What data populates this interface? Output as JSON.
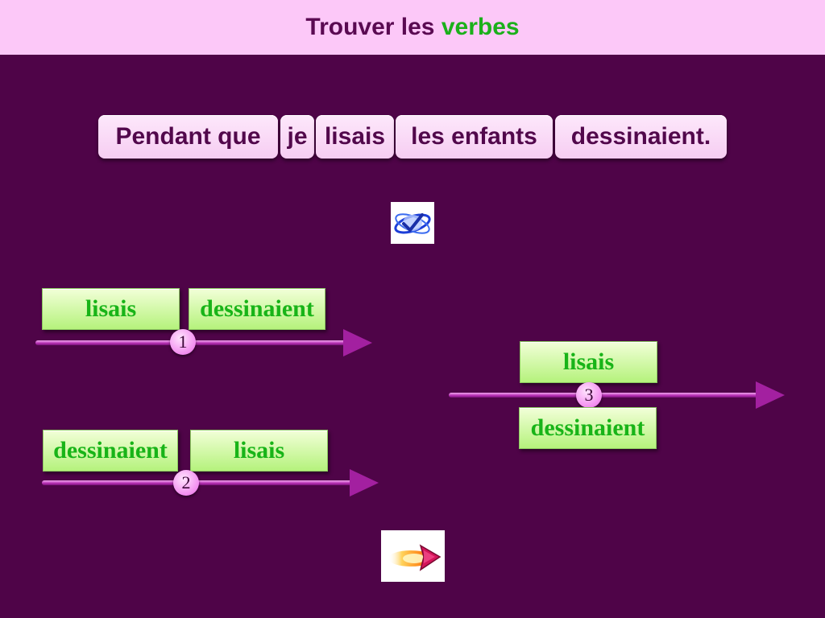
{
  "header": {
    "title_prefix": "Trouver les ",
    "title_accent": "verbes"
  },
  "sentence": {
    "words": [
      "Pendant que",
      "je",
      "lisais",
      "les enfants",
      "dessinaient."
    ]
  },
  "timelines": [
    {
      "number": "1",
      "labels": [
        "lisais",
        "dessinaient"
      ]
    },
    {
      "number": "2",
      "labels": [
        "dessinaient",
        "lisais"
      ]
    },
    {
      "number": "3",
      "labels": [
        "lisais",
        "dessinaient"
      ]
    }
  ],
  "icons": {
    "check": "check-logo-icon",
    "next": "next-arrow-icon"
  },
  "colors": {
    "background": "#4f0448",
    "header": "#fcc8f8",
    "title": "#5a0a52",
    "accent": "#1bb01b",
    "tag_text": "#18b418",
    "arrow": "#b42cb1"
  }
}
